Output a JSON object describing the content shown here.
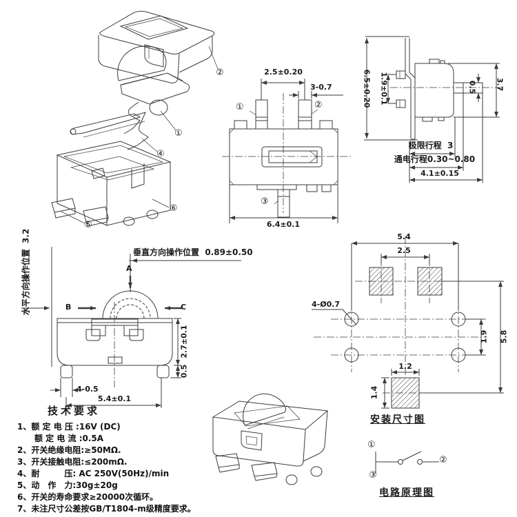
{
  "drawing": {
    "background": "#ffffff",
    "line_color": "#3a3a3a",
    "text_color": "#1a1a1a"
  },
  "exploded_view": {
    "part_labels": {
      "cover": "②",
      "lever": "①",
      "spring": "④",
      "terminal": "⑤",
      "base": "⑥"
    }
  },
  "top_view": {
    "dims": {
      "pin_pitch": "2.5±0.20",
      "pin_width": "3-0.7",
      "body_width": "6.4±0.1"
    },
    "pins": {
      "pin1": "①",
      "pin2": "②",
      "pin3": "③"
    }
  },
  "side_view": {
    "dims": {
      "height": "6.5±0.20",
      "pin_pitch": "1.9±0.1",
      "body_height": "3.7",
      "plunger_thickness": "0.5",
      "limit_stroke": "极限行程  3",
      "conduction_stroke": "通电行程0.30~0.80",
      "length": "4.1±0.15"
    }
  },
  "front_view": {
    "labels": {
      "vertical_operating_position": "垂直方向操作位置  0.89±0.50",
      "horizontal_operating_position": "水平方向操作位置  3.2",
      "arrow_a": "A",
      "arrow_b": "B",
      "arrow_c": "C"
    },
    "dims": {
      "body_height": "2.7±0.1",
      "foot_height": "0.5",
      "terminal_width": "4-0.5",
      "terminal_pitch": "5.4±0.1"
    }
  },
  "mounting_view": {
    "title": "安装尺寸图",
    "dims": {
      "hole_pitch_h": "5.4",
      "pad_pitch": "2.5",
      "holes": "4-Ø0.7",
      "hole_pitch_v": "1.9",
      "overall_v": "5.8",
      "pad_width": "1.2",
      "pad_height": "1.4"
    }
  },
  "tech_requirements": {
    "title": "技术要求",
    "items": [
      "1、额 定 电 压 :16V (DC)",
      "额 定 电 流 :0.5A",
      "2、开关绝缘电阻:≥50MΩ.",
      "3、开关接触电阻:≤200mΩ.",
      "4、耐　　　压: AC 250V(50Hz)/min",
      "5、动　作　力:30g±20g",
      "6、开关的寿命要求≥20000次循环。",
      "7、未注尺寸公差按GB/T1804-m级精度要求。"
    ]
  },
  "circuit_view": {
    "title": "电路原理图",
    "pins": {
      "pin1": "①",
      "pin2": "②",
      "pin3": "③"
    }
  }
}
